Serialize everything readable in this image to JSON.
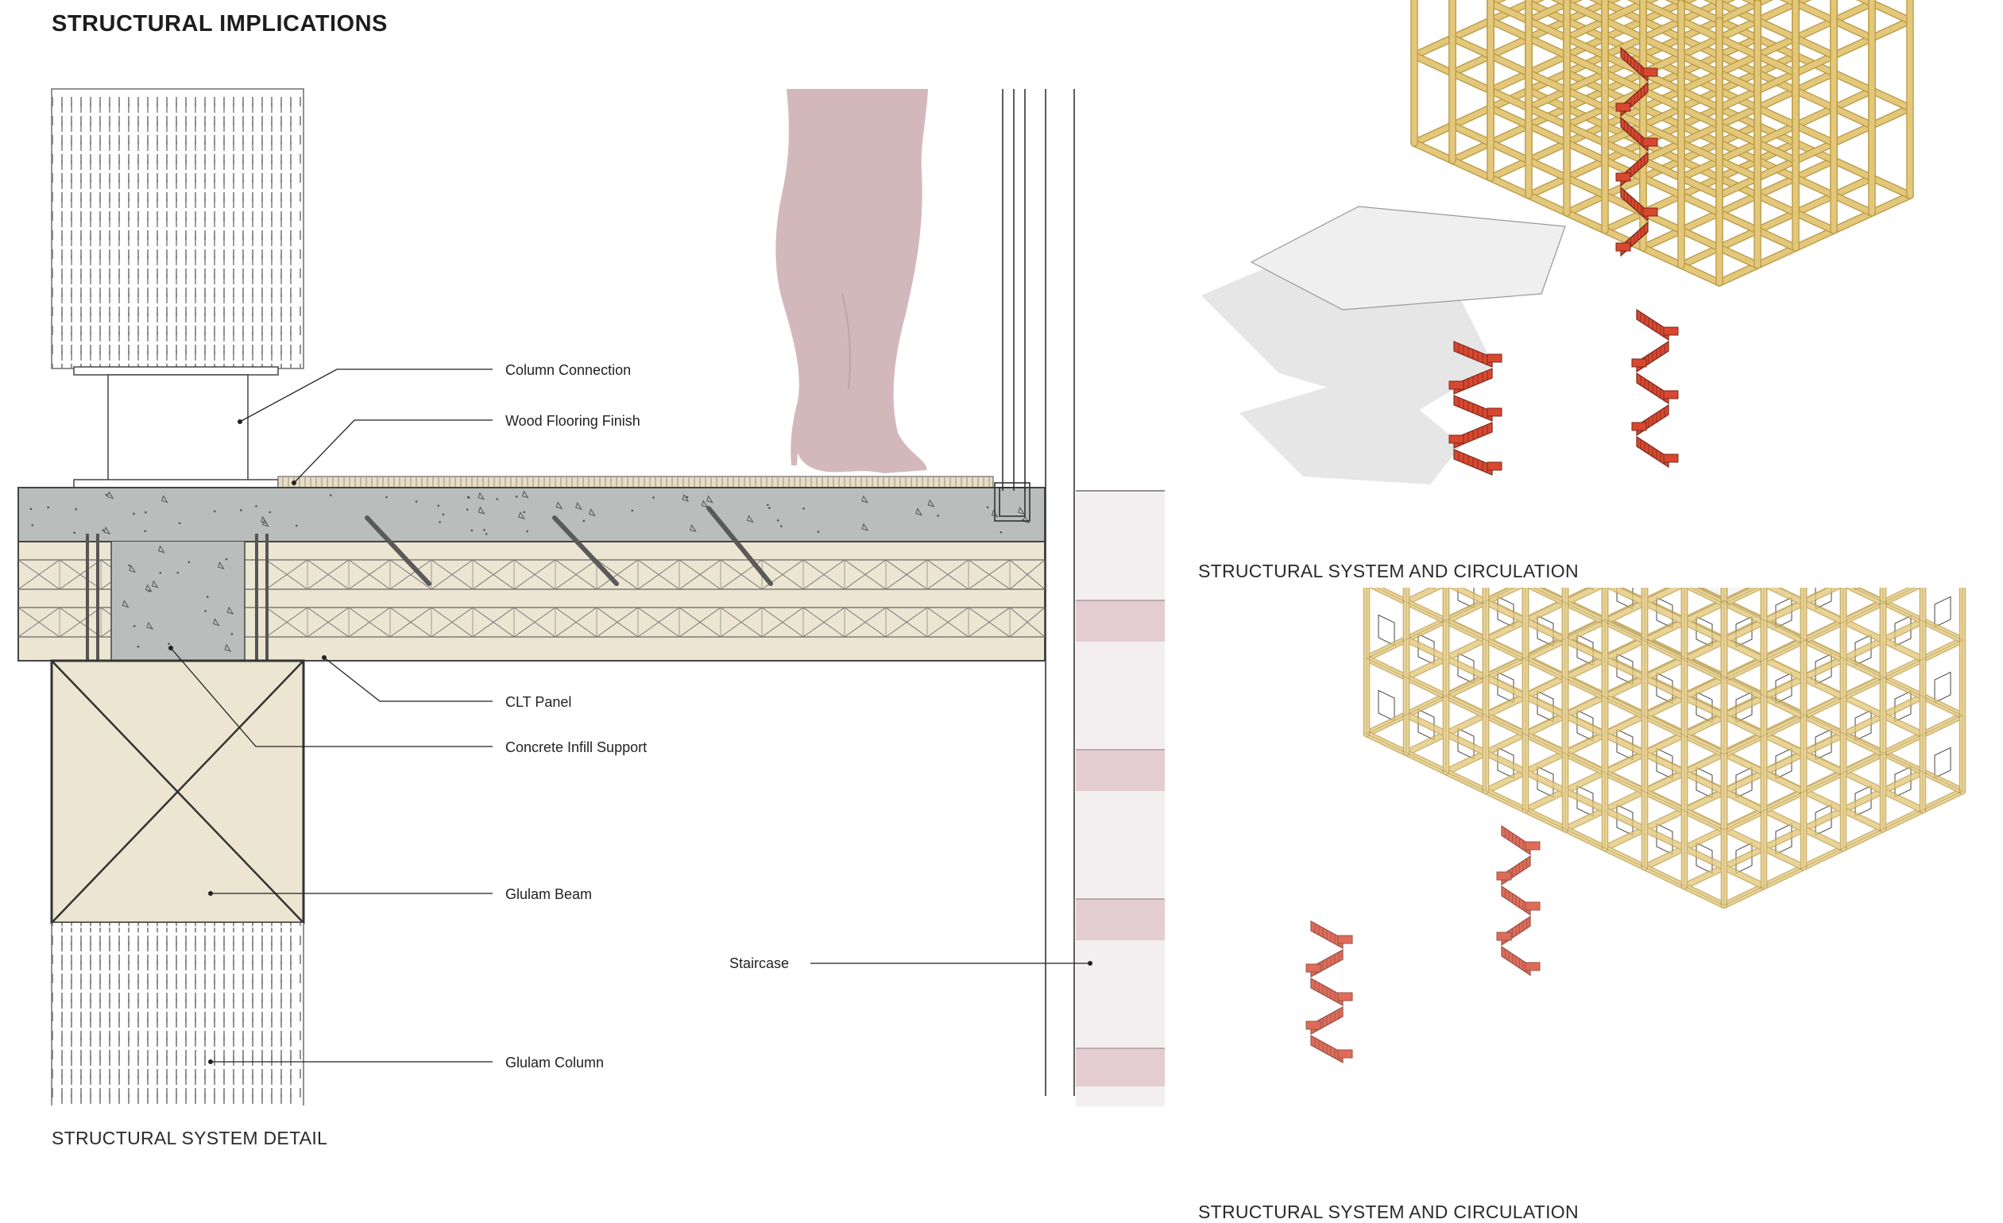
{
  "title": "STRUCTURAL IMPLICATIONS",
  "detail": {
    "caption": "STRUCTURAL SYSTEM DETAIL",
    "labels": {
      "column_connection": "Column Connection",
      "wood_flooring_finish": "Wood Flooring Finish",
      "clt_panel": "CLT Panel",
      "concrete_infill_support": "Concrete Infill Support",
      "glulam_beam": "Glulam Beam",
      "staircase": "Staircase",
      "glulam_column": "Glulam Column"
    }
  },
  "axonometric_top": {
    "caption": "STRUCTURAL SYSTEM AND CIRCULATION"
  },
  "axonometric_bottom": {
    "caption": "STRUCTURAL SYSTEM AND CIRCULATION"
  },
  "colors": {
    "wood_frame": "#e3c77a",
    "wood_frame_edge": "#b99a45",
    "stair_red": "#d9472f",
    "clt_fill": "#ebe5d1",
    "concrete_fill": "#b9bdbc",
    "figure_fill": "#d3b8bb",
    "stair_band": "#e4cdd2"
  }
}
